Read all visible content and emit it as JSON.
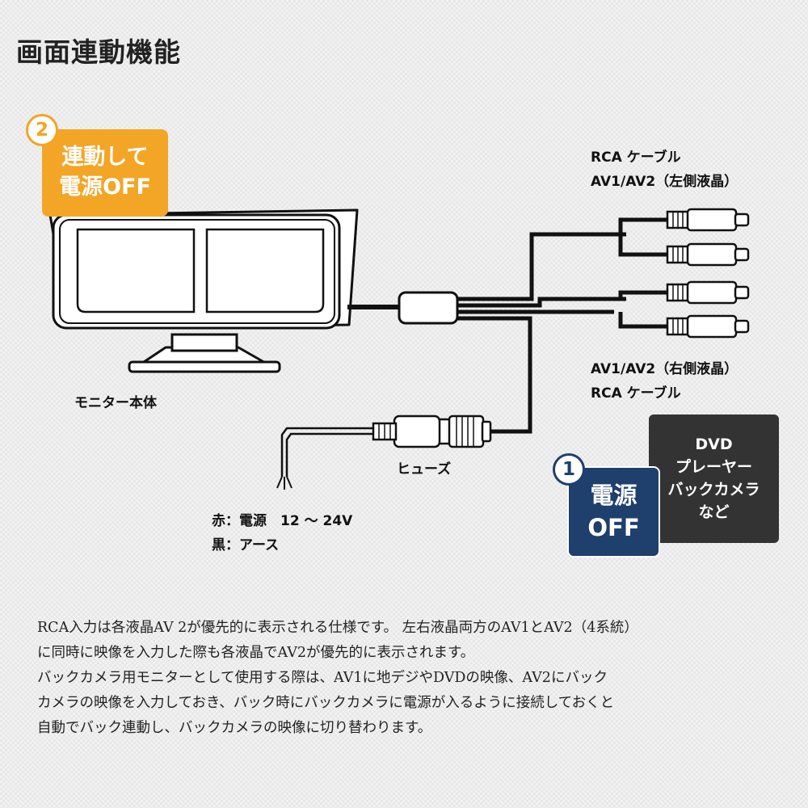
{
  "title": "画面連動機能",
  "labels": {
    "rca_top_line1": "RCA ケーブル",
    "rca_top_line2": "AV1/AV2（左側液晶）",
    "rca_bottom_line1": "AV1/AV2（右側液晶）",
    "rca_bottom_line2": "RCA ケーブル",
    "monitor": "モニター本体",
    "fuse": "ヒューズ",
    "wire_red": "赤：電源　12 〜 24V",
    "wire_black": "黒：アース"
  },
  "badges": {
    "auto_off_number": "2",
    "auto_off_line1": "連動して",
    "auto_off_line2": "電源OFF",
    "power_off_number": "1",
    "power_off_line1": "電源",
    "power_off_line2": "OFF"
  },
  "device_box": {
    "line1": "DVD",
    "line2": "プレーヤー",
    "line3": "バックカメラ",
    "line4": "など"
  },
  "description": [
    "RCA入力は各液晶AV 2が優先的に表示される仕様です。 左右液晶両方のAV1とAV2（4系統）",
    "に同時に映像を入力した際も各液晶でAV2が優先的に表示されます。",
    "バックカメラ用モニターとして使用する際は、AV1に地デジやDVDの映像、AV2にバック",
    "カメラの映像を入力しておき、バック時にバックカメラに電源が入るように接続しておくと",
    "自動でバック連動し、バックカメラの映像に切り替わります。"
  ],
  "colors": {
    "accent_orange": "#f3a526",
    "accent_navy": "#1f3f6d",
    "device_box": "#333333"
  }
}
